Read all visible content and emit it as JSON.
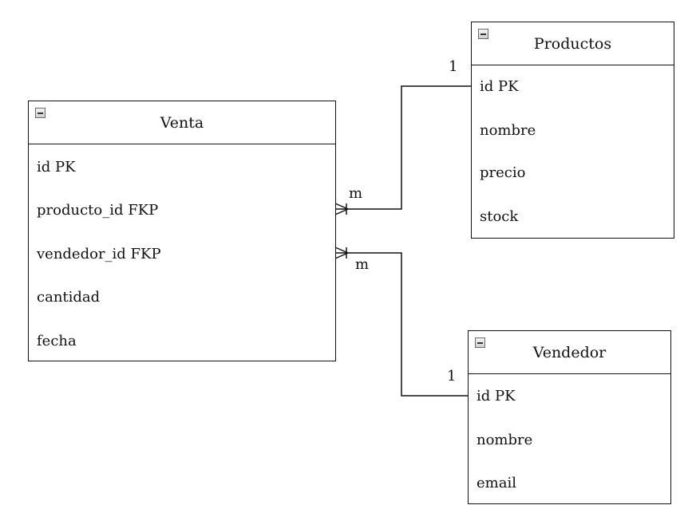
{
  "entities": {
    "venta": {
      "title": "Venta",
      "attributes": [
        "id PK",
        "producto_id FKP",
        "vendedor_id FKP",
        "cantidad",
        "fecha"
      ]
    },
    "productos": {
      "title": "Productos",
      "attributes": [
        "id PK",
        "nombre",
        "precio",
        "stock"
      ]
    },
    "vendedor": {
      "title": "Vendedor",
      "attributes": [
        "id PK",
        "nombre",
        "email"
      ]
    }
  },
  "relationships": [
    {
      "from": "Venta.producto_id",
      "to": "Productos.id",
      "from_cardinality": "m",
      "to_cardinality": "1"
    },
    {
      "from": "Venta.vendedor_id",
      "to": "Vendedor.id",
      "from_cardinality": "m",
      "to_cardinality": "1"
    }
  ]
}
